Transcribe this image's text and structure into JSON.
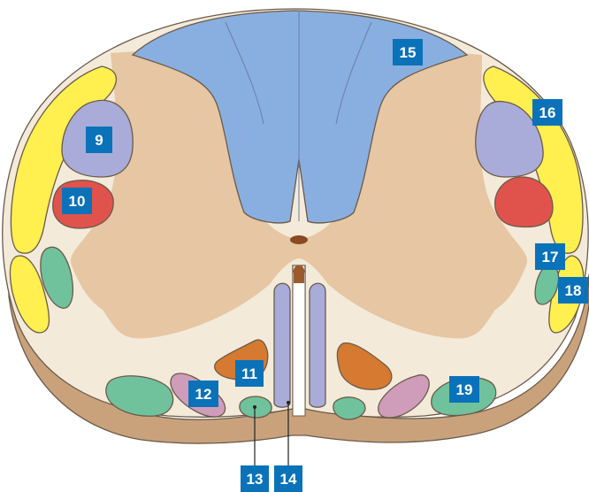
{
  "labels": {
    "l9": "9",
    "l10": "10",
    "l11": "11",
    "l12": "12",
    "l13": "13",
    "l14": "14",
    "l15": "15",
    "l16": "16",
    "l17": "17",
    "l18": "18",
    "l19": "19"
  },
  "colors": {
    "white_matter": "#f3ead9",
    "gray_matter": "#e6c6a3",
    "side_cut": "#c9a27c",
    "dorsal_column": "#89afe0",
    "yellow_tract": "#ffef4f",
    "lavender_tract": "#a9acd8",
    "red_tract": "#e0534d",
    "green_tract": "#6fc29c",
    "orange_tract": "#d57a30",
    "pink_tract": "#cf9cba",
    "label_box": "#0a72b9"
  }
}
